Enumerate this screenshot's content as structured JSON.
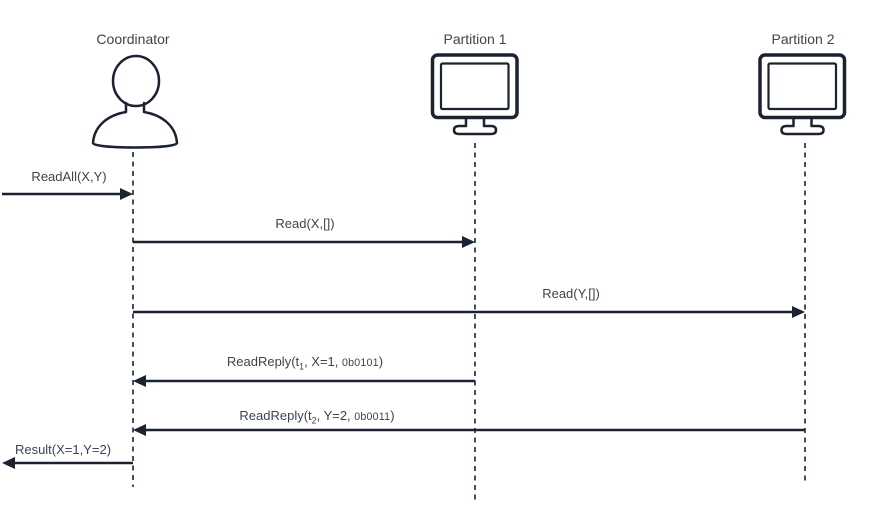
{
  "colors": {
    "line": "#1b2330",
    "text": "#3e444c",
    "background": "#ffffff"
  },
  "actors": [
    {
      "id": "coordinator",
      "label": "Coordinator",
      "icon": "person-icon"
    },
    {
      "id": "partition-1",
      "label": "Partition 1",
      "icon": "monitor-icon"
    },
    {
      "id": "partition-2",
      "label": "Partition 2",
      "icon": "monitor-icon"
    }
  ],
  "messages": [
    {
      "label": "ReadAll(X,Y)",
      "from": "external-left",
      "to": "coordinator",
      "direction": "right"
    },
    {
      "label": "Read(X,[])",
      "from": "coordinator",
      "to": "partition-1",
      "direction": "right"
    },
    {
      "label": "Read(Y,[])",
      "from": "coordinator",
      "to": "partition-2",
      "direction": "right"
    },
    {
      "parts": {
        "pre": "ReadReply(t",
        "sub": "1",
        "mid": ", X=1, ",
        "code": "0b0101",
        "post": ")"
      },
      "from": "partition-1",
      "to": "coordinator",
      "direction": "left"
    },
    {
      "parts": {
        "pre": "ReadReply(t",
        "sub": "2",
        "mid": ", Y=2, ",
        "code": "0b0011",
        "post": ")"
      },
      "from": "partition-2",
      "to": "coordinator",
      "direction": "left"
    },
    {
      "label": "Result(X=1,Y=2)",
      "from": "coordinator",
      "to": "external-left",
      "direction": "left"
    }
  ]
}
